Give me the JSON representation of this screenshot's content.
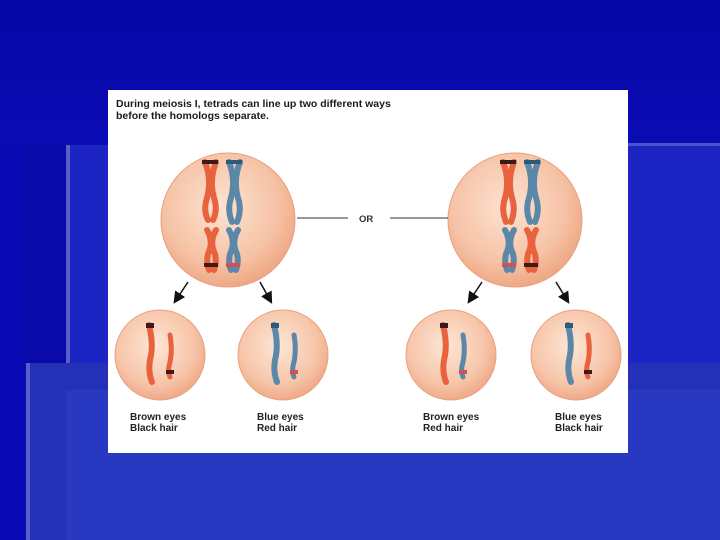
{
  "caption": "During meiosis I, tetrads can line up two different ways before the homologs separate.",
  "connector": "OR",
  "outcomes": [
    {
      "trait1": "Brown eyes",
      "trait2": "Black hair"
    },
    {
      "trait1": "Blue eyes",
      "trait2": "Red hair"
    },
    {
      "trait1": "Brown eyes",
      "trait2": "Red hair"
    },
    {
      "trait1": "Blue eyes",
      "trait2": "Black hair"
    }
  ],
  "colors": {
    "background": "#0a0aa8",
    "cell": "#f6c3a6",
    "chromosome_red": "#e8623e",
    "chromosome_blue": "#5b88a8",
    "marker_dark": "#3a1a1a"
  }
}
